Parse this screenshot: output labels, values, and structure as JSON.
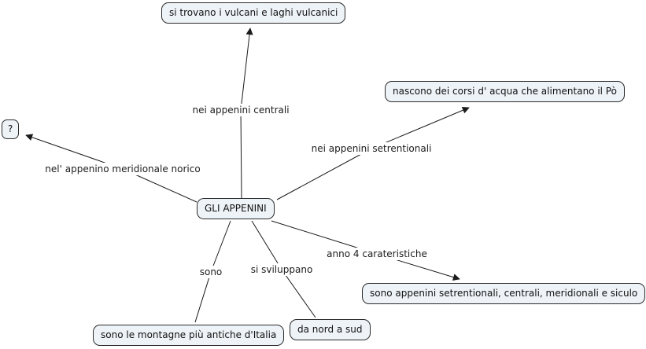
{
  "diagram": {
    "type": "concept-map",
    "center_node": {
      "label": "GLI APPENINI"
    },
    "nodes": {
      "volcanoes": {
        "label": "si trovano i vulcani e laghi vulcanici"
      },
      "rivers": {
        "label": "nascono dei corsi d' acqua che alimentano il Pò"
      },
      "question": {
        "label": "?"
      },
      "four": {
        "label": "sono appenini setrentionali, centrali, meridionali e siculo"
      },
      "oldest": {
        "label": "sono le montagne più antiche d'Italia"
      },
      "northsouth": {
        "label": "da nord a sud"
      }
    },
    "links": {
      "central": {
        "label": "nei appenini centrali",
        "arrow": true
      },
      "northern": {
        "label": "nei appenini setrentionali",
        "arrow": true
      },
      "southern": {
        "label": "nel' appenino meridionale norico",
        "arrow": true
      },
      "sono": {
        "label": "sono",
        "arrow": false
      },
      "develop": {
        "label": "si sviluppano",
        "arrow": false
      },
      "characteristics": {
        "label": "anno 4 carateristiche",
        "arrow": true
      }
    },
    "colors": {
      "background": "#ffffff",
      "node_fill": "#eef3f7",
      "node_border": "#2b2b2b",
      "line": "#1a1a1a",
      "text": "#111111"
    }
  }
}
